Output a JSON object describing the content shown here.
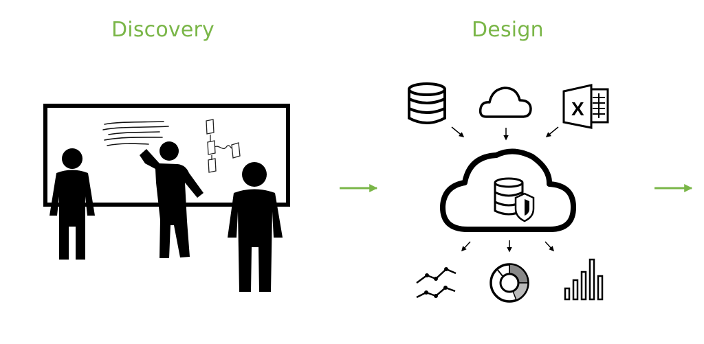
{
  "stages": [
    {
      "title": "Discovery"
    },
    {
      "title": "Design"
    }
  ],
  "colors": {
    "accent": "#7ab648",
    "ink": "#000000"
  },
  "icons": {
    "sources": [
      "database-icon",
      "cloud-icon",
      "excel-icon"
    ],
    "hub": "secure-cloud-database-icon",
    "outputs": [
      "line-chart-icon",
      "pie-chart-icon",
      "bar-chart-icon"
    ]
  },
  "excel_letter": "X"
}
